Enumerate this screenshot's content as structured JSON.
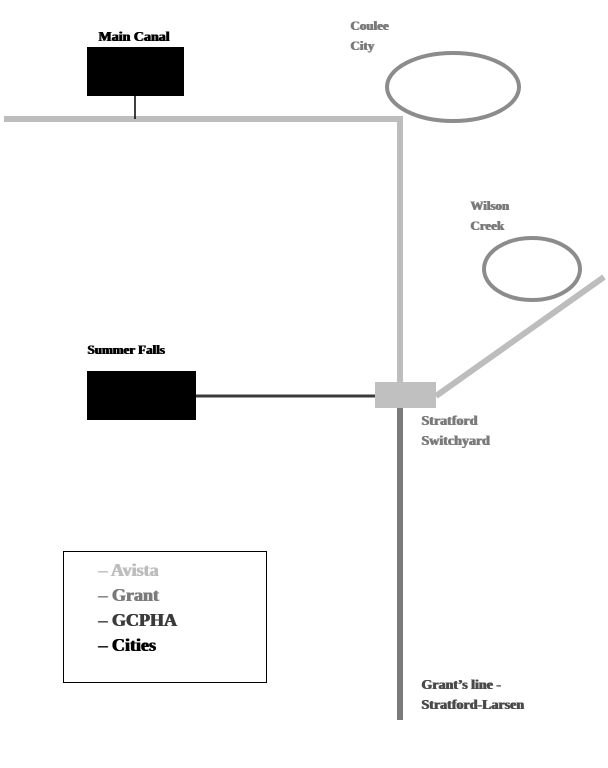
{
  "colors": {
    "avista": "#bdbdbd",
    "grant": "#7a7a7a",
    "gcpha": "#3a3a3a",
    "cities": "#000000",
    "city_outline": "#8c8c8c",
    "plant_fill": "#000000",
    "switchyard_fill": "#c0c0c0"
  },
  "labels": {
    "main_canal": "Main Canal",
    "coulee_city": [
      "Coulee",
      "City"
    ],
    "wilson_creek": [
      "Wilson",
      "Creek"
    ],
    "summer_falls": "Summer Falls",
    "stratford_switchyard": [
      "Stratford",
      "Switchyard"
    ],
    "grants_line": [
      "Grant’s line -",
      "Stratford-Larsen"
    ]
  },
  "legend": {
    "items": [
      {
        "key": "avista",
        "text": "– Avista"
      },
      {
        "key": "grant",
        "text": "– Grant"
      },
      {
        "key": "gcpha",
        "text": "– GCPHA"
      },
      {
        "key": "cities",
        "text": "– Cities"
      }
    ]
  }
}
